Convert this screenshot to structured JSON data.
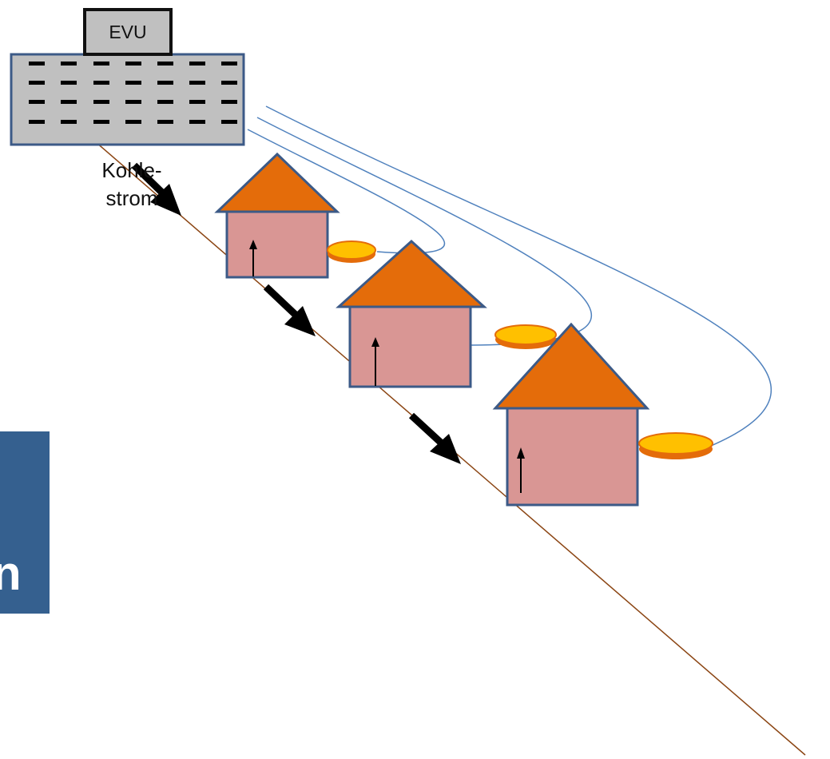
{
  "side_panel": {
    "text": "n",
    "color": "#35608f"
  },
  "utility": {
    "label": "EVU",
    "fill": "#c0c0c0",
    "stroke": "#3c5a87"
  },
  "coal_power": {
    "line1": "Kohle-",
    "line2": "strom"
  },
  "colors": {
    "roof": "#e46c0a",
    "wall": "#d99694",
    "outline": "#3c5a87",
    "coin": "#ffc000",
    "coin_edge": "#e46c0a",
    "cable": "#4f81bd",
    "power_line": "#8b4513",
    "arrow": "#000000"
  },
  "houses": [
    {
      "name": "house-1"
    },
    {
      "name": "house-2"
    },
    {
      "name": "house-3"
    }
  ]
}
